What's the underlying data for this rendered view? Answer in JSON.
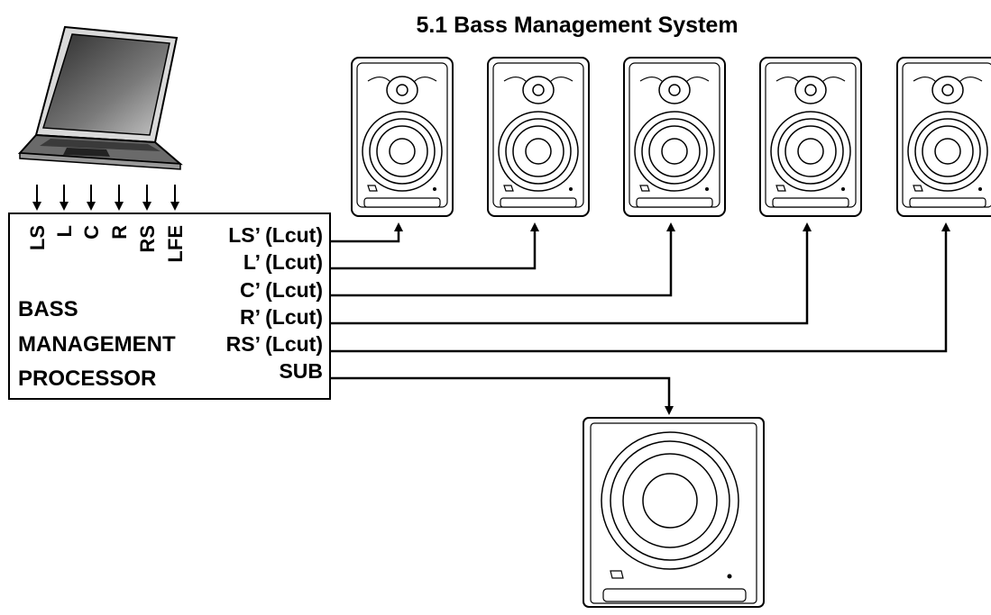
{
  "title": "5.1 Bass Management System",
  "processor": {
    "name_lines": [
      "BASS",
      "MANAGEMENT",
      "PROCESSOR"
    ],
    "inputs": [
      "LS",
      "L",
      "C",
      "R",
      "RS",
      "LFE"
    ],
    "outputs": [
      "LS’ (Lcut)",
      "L’ (Lcut)",
      "C’ (Lcut)",
      "R’ (Lcut)",
      "RS’ (Lcut)",
      "SUB"
    ]
  },
  "devices": {
    "source": "laptop-icon",
    "satellites": [
      "monitor-speaker-icon",
      "monitor-speaker-icon",
      "monitor-speaker-icon",
      "monitor-speaker-icon",
      "monitor-speaker-icon"
    ],
    "subwoofer": "subwoofer-icon"
  },
  "colors": {
    "line": "#000000",
    "background": "#ffffff",
    "laptop_screen": "#4a4a4a"
  }
}
